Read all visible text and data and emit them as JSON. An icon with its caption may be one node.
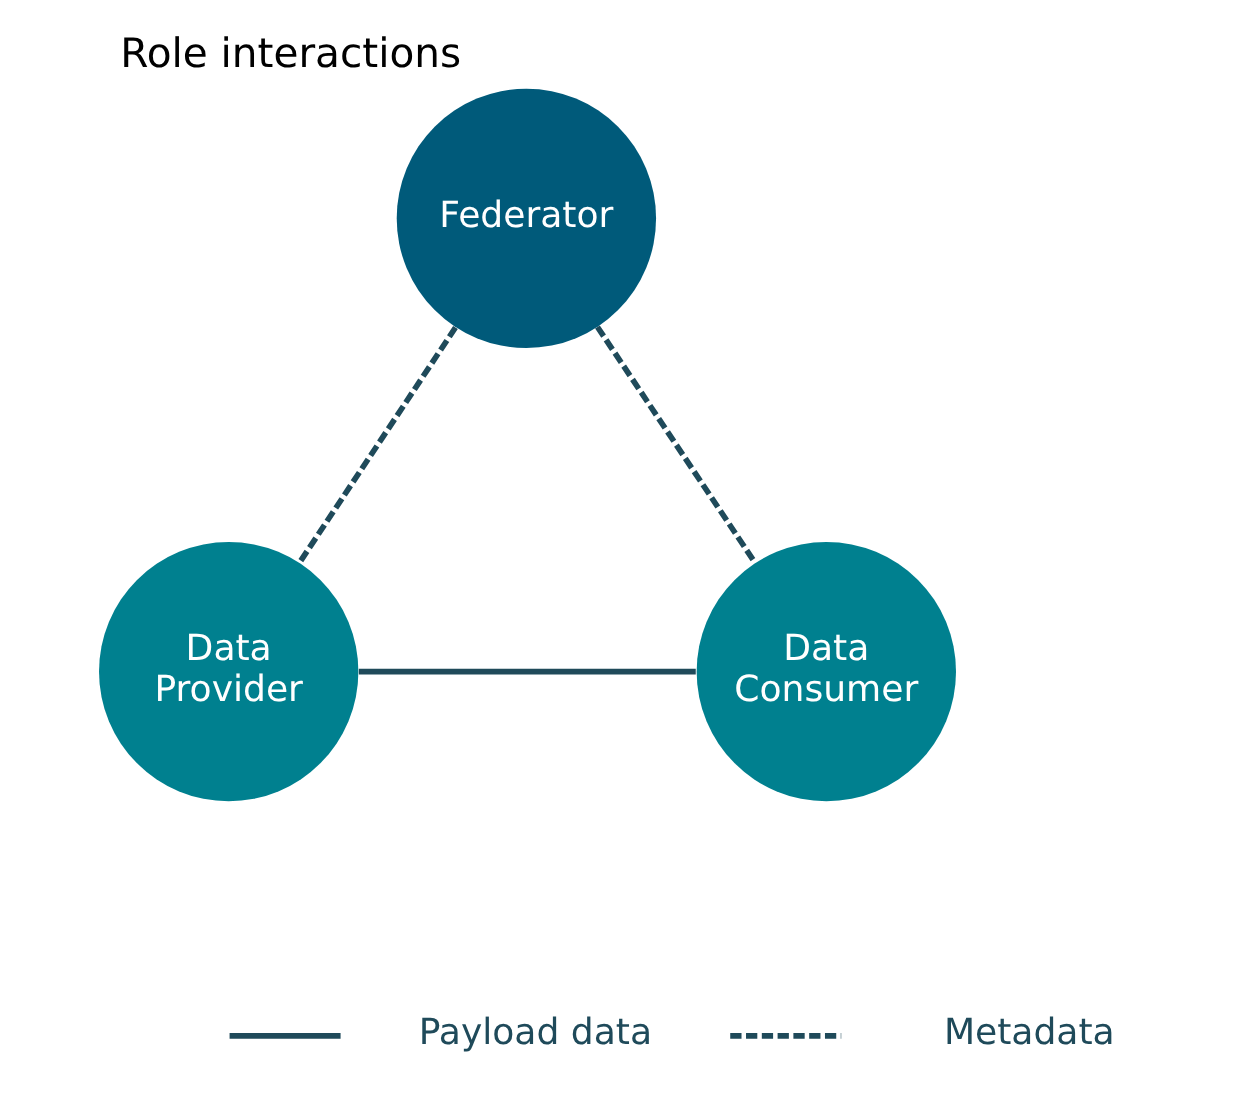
{
  "diagram": {
    "title": "Role interactions",
    "nodes": [
      {
        "text": [
          "Federator"
        ]
      },
      {
        "text": [
          "Data Provider"
        ]
      },
      {
        "text": [
          "Data Consumer"
        ]
      }
    ],
    "edges": [
      {
        "from": 0,
        "to": 1,
        "arrow": "none",
        "style": "dashed"
      },
      {
        "from": 0,
        "to": 2,
        "arrow": "none",
        "style": "dashed"
      },
      {
        "from": 1,
        "to": 2,
        "arrow": "none"
      }
    ],
    "legend": [
      {
        "text": "Payload data"
      },
      {
        "text": "Metadata"
      }
    ]
  }
}
